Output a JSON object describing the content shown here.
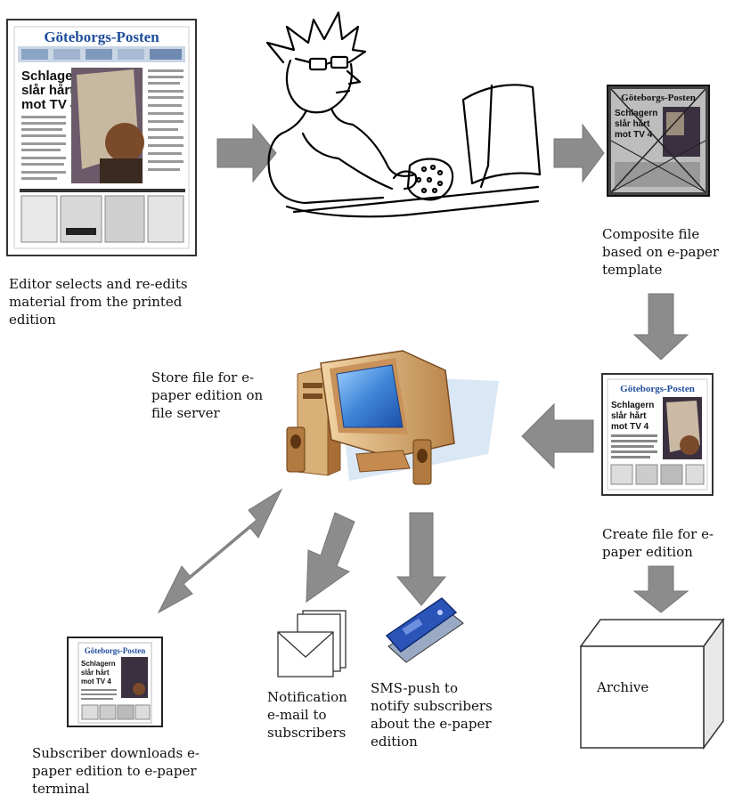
{
  "newspaper": {
    "masthead": "Göteborgs-Posten",
    "headline_line1": "Schlagern",
    "headline_line2": "slår hårt",
    "headline_line3": "mot TV 4"
  },
  "captions": {
    "editor": "Editor selects and re-edits\nmaterial from the printed\nedition",
    "composite": "Composite file\nbased on e-paper\ntemplate",
    "store": "Store file for e-\npaper edition on\nfile server",
    "create": "Create file for e-\npaper edition",
    "notification": "Notification\ne-mail to\nsubscribers",
    "sms": "SMS-push to\nnotify subscribers\nabout the e-paper\nedition",
    "subscriber": "Subscriber downloads e-\npaper edition to e-paper\nterminal",
    "archive": "Archive"
  },
  "colors": {
    "arrow": "#8c8c8c",
    "screen": "#3f86d8",
    "monitor": "#d9a56a",
    "device": "#2b54b8",
    "masthead": "#1f4e9c"
  }
}
